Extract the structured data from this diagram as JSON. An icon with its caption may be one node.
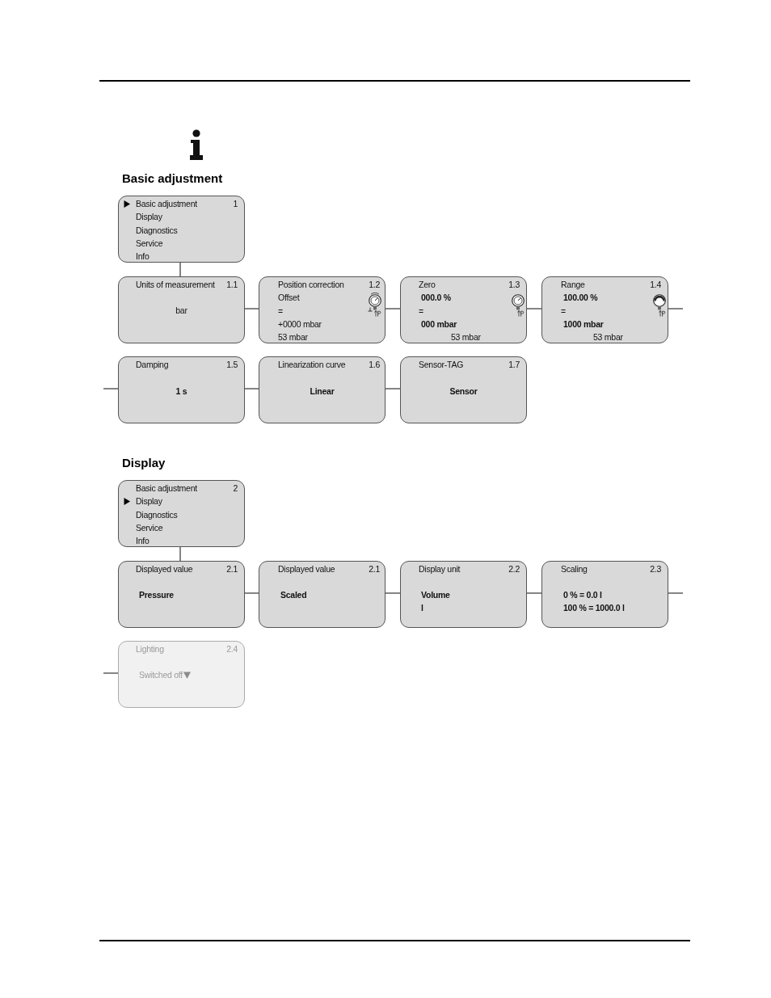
{
  "diagram": {
    "nodes": [
      {
        "text": [
          "Basic adjustment",
          "1",
          "Display",
          "Diagnostics",
          "Service",
          "Info"
        ]
      },
      {
        "text": [
          "Units of measurement",
          "1.1",
          "bar"
        ]
      },
      {
        "text": [
          "Position correction",
          "1.2",
          "Offset",
          "=",
          "+0000 mbar",
          "53 mbar"
        ]
      },
      {
        "text": [
          "Zero",
          "1.3",
          "000.0 %",
          "=",
          "000 mbar",
          "53 mbar"
        ]
      },
      {
        "text": [
          "Range",
          "1.4",
          "100.00 %",
          "=",
          "1000 mbar",
          "53 mbar"
        ]
      },
      {
        "text": [
          "Damping",
          "1.5",
          "1 s"
        ]
      },
      {
        "text": [
          "Linearization curve",
          "1.6",
          "Linear"
        ]
      },
      {
        "text": [
          "Sensor-TAG",
          "1.7",
          "Sensor"
        ]
      },
      {
        "text": [
          "Basic adjustment",
          "2",
          "Display",
          "Diagnostics",
          "Service",
          "Info"
        ]
      },
      {
        "text": [
          "Displayed value",
          "2.1",
          "Pressure"
        ]
      },
      {
        "text": [
          "Displayed value",
          "2.1",
          "Scaled"
        ]
      },
      {
        "text": [
          "Display unit",
          "2.2",
          "Volume",
          "l"
        ]
      },
      {
        "text": [
          "Scaling",
          "2.3",
          "0 % = 0.0 l",
          "100 % = 1000.0 l"
        ]
      },
      {
        "text": [
          "Lighting",
          "2.4",
          "Switched off"
        ]
      }
    ],
    "edges": [
      {
        "from": 0,
        "to": 1,
        "arrow": "none"
      },
      {
        "from": 1,
        "to": 2,
        "arrow": "none"
      },
      {
        "from": 2,
        "to": 3,
        "arrow": "none"
      },
      {
        "from": 3,
        "to": 4,
        "arrow": "none"
      },
      {
        "from": 4,
        "to": null,
        "arrow": "none"
      },
      {
        "from": null,
        "to": 5,
        "arrow": "none"
      },
      {
        "from": 5,
        "to": 6,
        "arrow": "none"
      },
      {
        "from": 6,
        "to": 7,
        "arrow": "none"
      },
      {
        "from": 8,
        "to": 9,
        "arrow": "none"
      },
      {
        "from": 9,
        "to": 10,
        "arrow": "none"
      },
      {
        "from": 10,
        "to": 11,
        "arrow": "none"
      },
      {
        "from": 11,
        "to": 12,
        "arrow": "none"
      },
      {
        "from": 12,
        "to": null,
        "arrow": "none"
      },
      {
        "from": null,
        "to": 13,
        "arrow": "none"
      }
    ],
    "labels": [
      "Basic adjustment",
      "Display"
    ]
  }
}
